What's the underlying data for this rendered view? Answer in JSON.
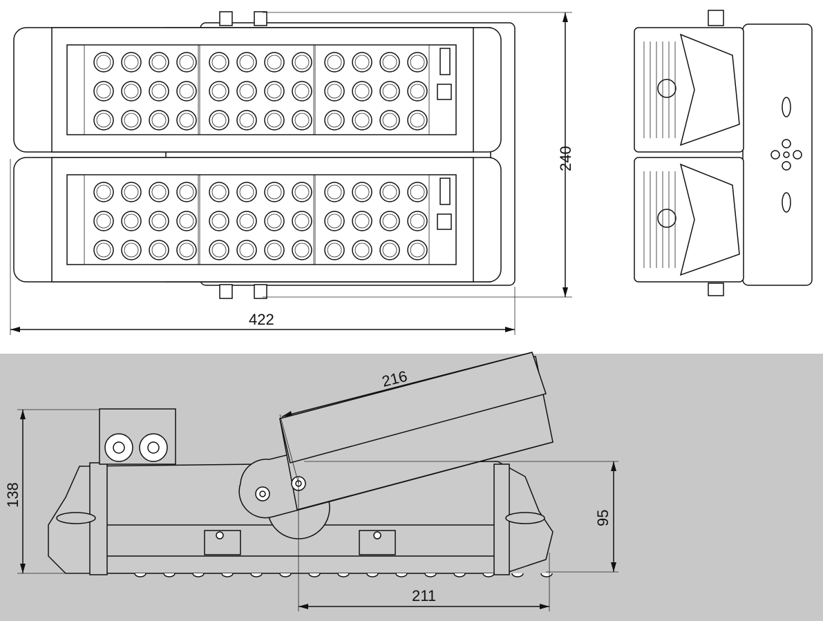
{
  "drawing": {
    "top_view": {
      "width_label": "422",
      "height_label": "240"
    },
    "side_view": {
      "height_label": "138",
      "arm_length_label": "216",
      "pivot_height_label": "95",
      "pivot_offset_label": "211"
    },
    "colors": {
      "background": "#ffffff",
      "bottom_panel": "#c8c8c8",
      "line": "#111111"
    },
    "led_grid": {
      "modules": 2,
      "groups_per_module": 3,
      "cols_per_group": 4,
      "rows": 3
    }
  }
}
